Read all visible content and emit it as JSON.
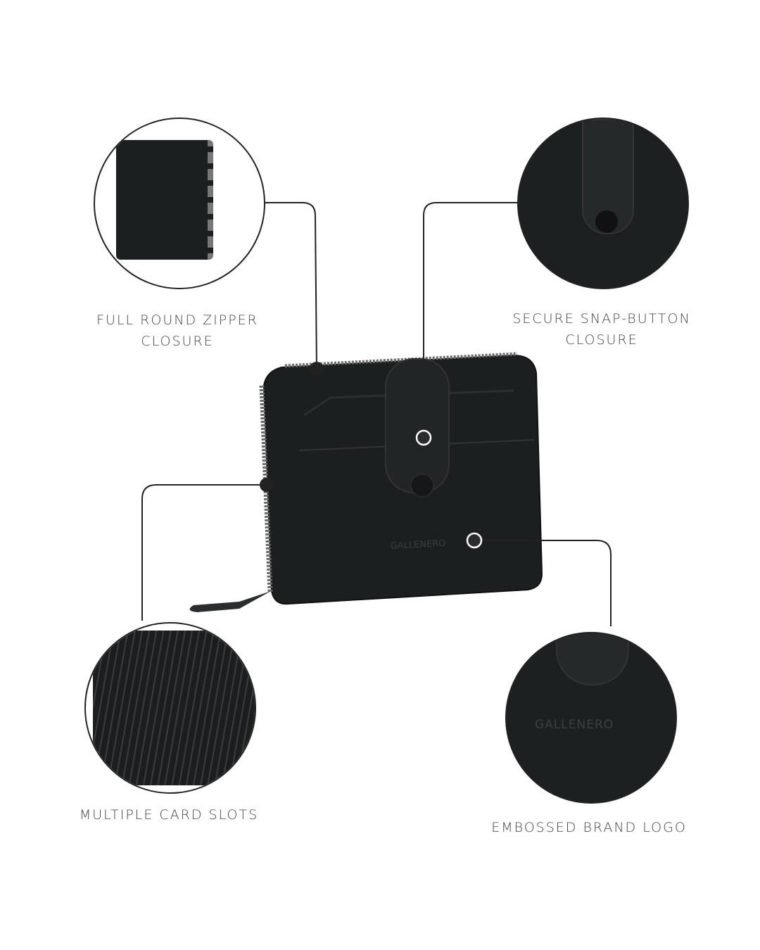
{
  "features": [
    {
      "label_line1": "FULL ROUND ZIPPER",
      "label_line2": "CLOSURE",
      "icon": "zipper-closeup"
    },
    {
      "label_line1": "SECURE SNAP-BUTTON",
      "label_line2": "CLOSURE",
      "icon": "snap-button-closeup"
    },
    {
      "label_line1": "MULTIPLE CARD SLOTS",
      "label_line2": "",
      "icon": "card-slots-closeup"
    },
    {
      "label_line1": "EMBOSSED BRAND LOGO",
      "label_line2": "",
      "icon": "brand-logo-closeup"
    }
  ],
  "product": {
    "logo_text": "GALLENERO",
    "color": "#1c1f20"
  },
  "colors": {
    "line": "#222222",
    "leather": "#1c1f20",
    "text": "#444444"
  }
}
